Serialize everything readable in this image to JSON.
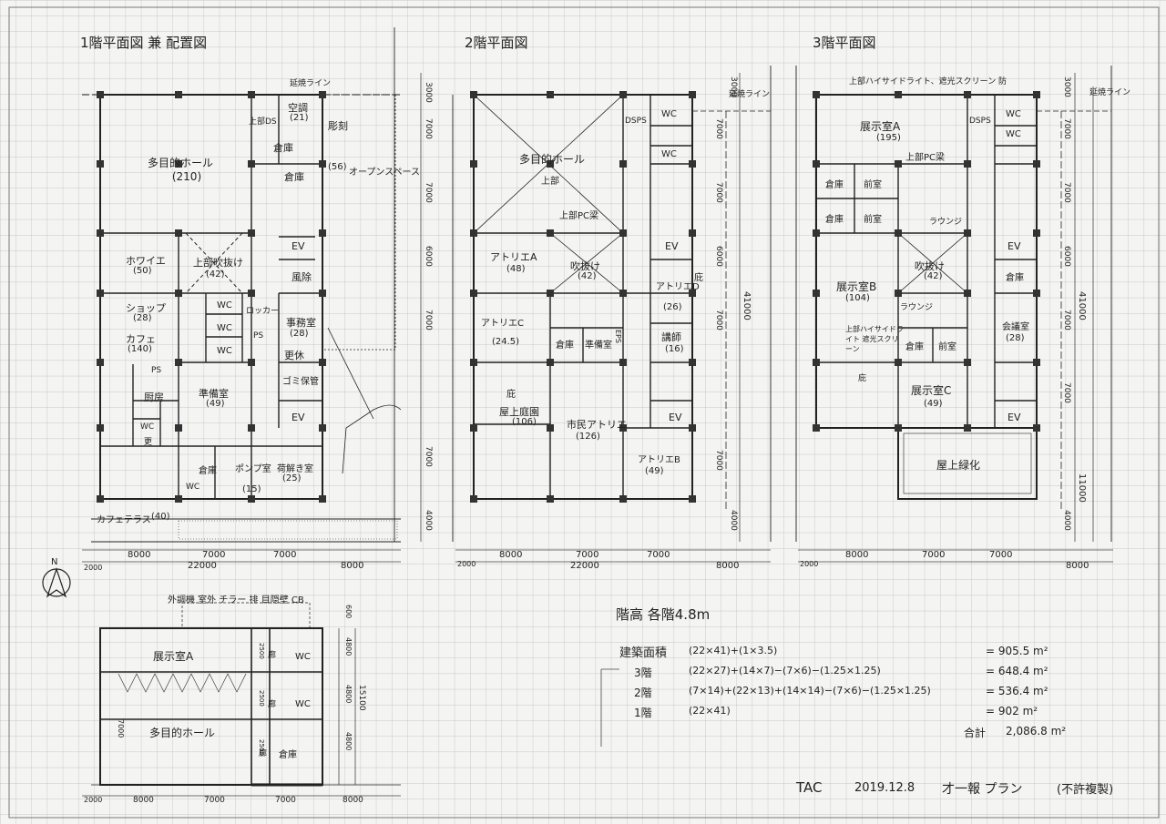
{
  "titles": {
    "floor1": "1階平面図 兼 配置図",
    "floor2": "2階平面図",
    "floor3": "3階平面図"
  },
  "floor1_rooms": {
    "hall_name": "多目的ホール",
    "hall_area": "(210)",
    "kucho": "空調",
    "kucho_area": "(21)",
    "josetsu_ps": "上部DS",
    "chokoku": "彫刻",
    "soko1": "倉庫",
    "soko2": "倉庫",
    "open_space": "オープンスペース",
    "open_area": "(56)",
    "foyer": "ホワイエ",
    "foyer_area": "(50)",
    "fukinuke": "上部吹抜け",
    "fukinuke_area": "(42)",
    "fujo": "風除",
    "shop": "ショップ",
    "shop_area": "(28)",
    "wc1": "WC",
    "wc2": "WC",
    "wc3": "WC",
    "wc4": "WC",
    "wc5": "WC",
    "locker": "ロッカー",
    "jimu": "事務室",
    "jimu_area": "(28)",
    "ps1": "PS",
    "ps2": "PS",
    "cafe": "カフェ",
    "cafe_area": "(140)",
    "kosho": "更休",
    "gomi": "ゴミ保管",
    "ev": "EV",
    "chubo": "厨房",
    "junbi": "準備室",
    "junbi_area": "(49)",
    "sara": "更",
    "soko3": "倉庫",
    "pump": "ポンプ室",
    "pump_area": "(15)",
    "niage": "荷解き室",
    "niage_area": "(25)",
    "terrace": "カフェテラス",
    "terrace_area": "(40)",
    "ensholine": "延焼ライン"
  },
  "floor2_rooms": {
    "hall": "多目的ホール",
    "jobu": "上部",
    "pc": "上部PC梁",
    "dsps": "DSPS",
    "wc1": "WC",
    "wc2": "WC",
    "atelierA": "アトリエA",
    "atelierA_area": "(48)",
    "fukinuke": "吹抜け",
    "fukinuke_area": "(42)",
    "ev": "EV",
    "atelierD": "アトリエD",
    "atelierD_area": "(26)",
    "niwa": "庇",
    "atelierC": "アトリエC",
    "atelierC_area": "(24.5)",
    "soko": "倉庫",
    "junbi": "準備室",
    "eps": "EPS",
    "koshi": "講師",
    "koshi_area": "(16)",
    "hisashi": "庇",
    "okujo": "屋上庭園",
    "okujo_area": "(106)",
    "shimin": "市民アトリエ",
    "shimin_area": "(126)",
    "ev2": "EV",
    "atelierB": "アトリエB",
    "atelierB_area": "(49)",
    "ensholine": "延焼ライン"
  },
  "floor3_rooms": {
    "top_note": "上部ハイサイドライト、遮光スクリーン 防",
    "tenjiA": "展示室A",
    "tenjiA_area": "(195)",
    "dsps": "DSPS",
    "wc1": "WC",
    "wc2": "WC",
    "pc": "上部PC梁",
    "soko1": "倉庫",
    "mae1": "前室",
    "soko2": "倉庫",
    "mae2": "前室",
    "lounge": "ラウンジ",
    "ev": "EV",
    "tenjiB": "展示室B",
    "tenjiB_area": "(104)",
    "fukinuke": "吹抜け",
    "fukinuke_area": "(42)",
    "soko3": "倉庫",
    "lounge2": "ラウンジ",
    "kaigi": "会議室",
    "kaigi_area": "(28)",
    "side_note": "上部ハイサイドライト 遮光スクリーン",
    "soko4": "倉庫",
    "mae3": "前室",
    "hisashi": "庇",
    "tenjiC": "展示室C",
    "tenjiC_area": "(49)",
    "ev2": "EV",
    "okujo": "屋上緑化",
    "ensholine": "延焼ライン"
  },
  "dimensions": {
    "f1_bottom": [
      "2000",
      "8000",
      "7000",
      "7000",
      "8000"
    ],
    "f1_total": "22000",
    "f1_side": [
      "3000",
      "7000",
      "7000",
      "6000",
      "7000",
      "7000",
      "4000"
    ],
    "f2_bottom": [
      "2000",
      "8000",
      "7000",
      "7000",
      "8000"
    ],
    "f2_total": "22000",
    "f2_side": [
      "3000",
      "7000",
      "7000",
      "6000",
      "7000",
      "7000",
      "4000"
    ],
    "f2_total_side": "41000",
    "f3_bottom": [
      "2000",
      "8000",
      "7000",
      "7000",
      "8000"
    ],
    "f3_side": [
      "3000",
      "7000",
      "7000",
      "6000",
      "7000",
      "7000",
      "4000"
    ],
    "f3_total_side": "41000",
    "f3_side2": "11000"
  },
  "section": {
    "top_labels": "外調機 室外 チラー 排 目隠壁 CB",
    "room_upper": "展示室A",
    "room_lower": "多目的ホール",
    "wc1": "WC",
    "wc2": "WC",
    "soko": "倉庫",
    "r1": "廊",
    "r2": "廊",
    "r3": "廊",
    "h_labels": [
      "600",
      "4800",
      "4800",
      "4800"
    ],
    "h_total": "15100",
    "inner": [
      "2500",
      "2500",
      "2500"
    ],
    "left": [
      "7000"
    ],
    "bottom": [
      "2000",
      "8000",
      "7000",
      "7000",
      "8000"
    ]
  },
  "area_calc": {
    "height_title": "階高 各階4.8m",
    "total_label": "建築面積",
    "total_expr": "(22×41)+(1×3.5)",
    "total_val": "= 905.5 m²",
    "f3_label": "3階",
    "f3_expr": "(22×27)+(14×7)−(7×6)−(1.25×1.25)",
    "f3_val": "= 648.4 m²",
    "f2_label": "2階",
    "f2_expr": "(7×14)+(22×13)+(14×14)−(7×6)−(1.25×1.25)",
    "f2_val": "= 536.4 m²",
    "f1_label": "1階",
    "f1_expr": "(22×41)",
    "f1_val": "= 902 m²",
    "sum_label": "合計",
    "sum_val": "2,086.8 m²"
  },
  "footer": {
    "org": "TAC",
    "date": "2019.12.8",
    "plan": "才一報 プラン",
    "note": "(不許複製)"
  },
  "north": "N"
}
